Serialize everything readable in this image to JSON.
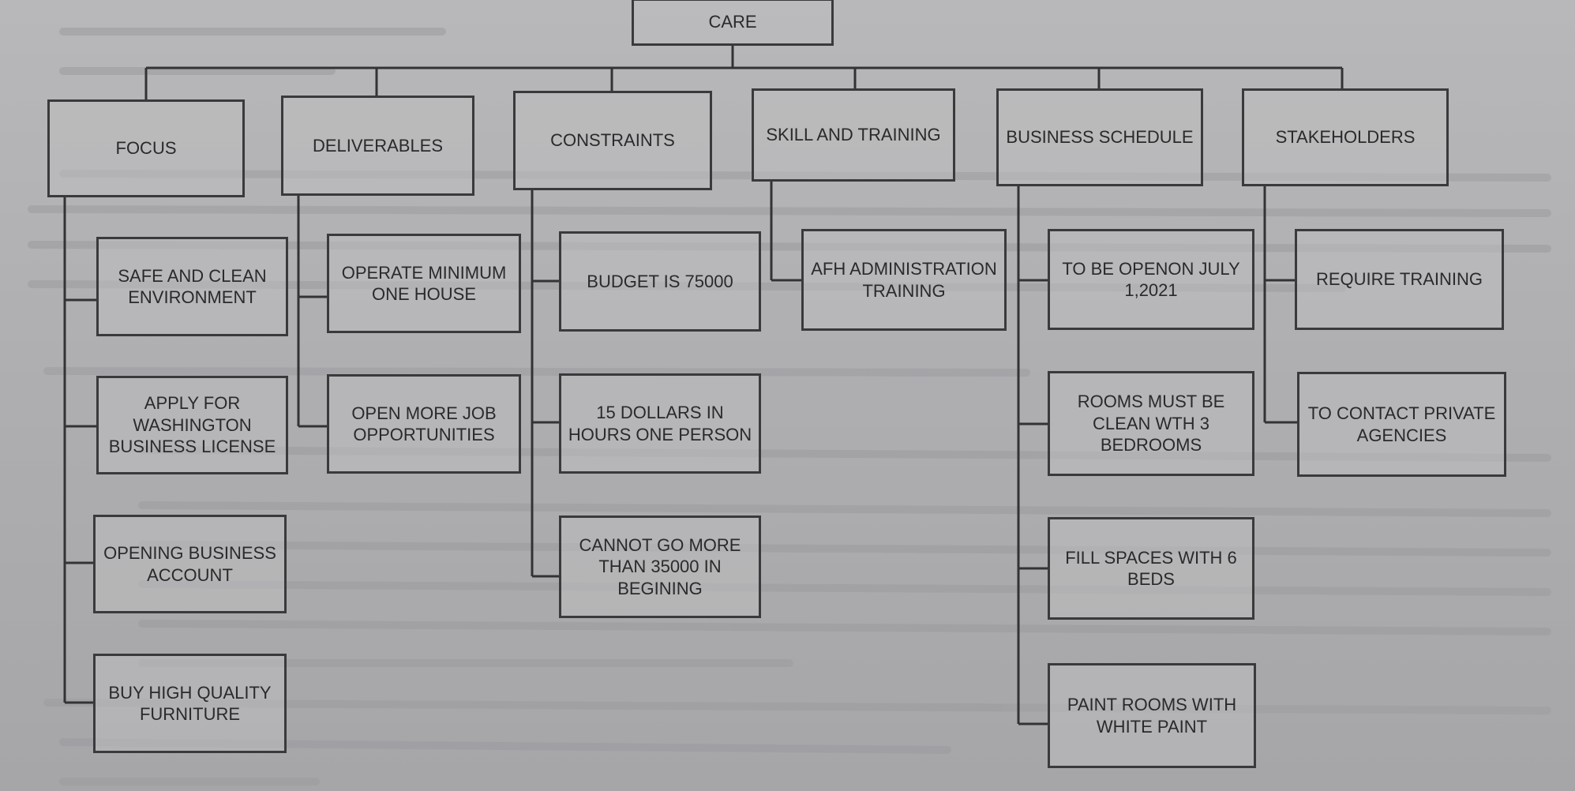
{
  "root": {
    "label": "CARE"
  },
  "categories": [
    {
      "label": "FOCUS",
      "children": [
        "SAFE AND CLEAN ENVIRONMENT",
        "APPLY FOR WASHINGTON BUSINESS LICENSE",
        "OPENING BUSINESS ACCOUNT",
        "BUY HIGH QUALITY FURNITURE"
      ]
    },
    {
      "label": "DELIVERABLES",
      "children": [
        "OPERATE MINIMUM ONE HOUSE",
        "OPEN MORE JOB OPPORTUNITIES"
      ]
    },
    {
      "label": "CONSTRAINTS",
      "children": [
        "BUDGET IS 75000",
        "15 DOLLARS IN HOURS ONE PERSON",
        "CANNOT GO MORE THAN 35000 IN BEGINING"
      ]
    },
    {
      "label": "SKILL AND TRAINING",
      "children": [
        "AFH ADMINISTRATION TRAINING"
      ]
    },
    {
      "label": "BUSINESS SCHEDULE",
      "children": [
        "TO BE OPENON JULY 1,2021",
        "ROOMS MUST BE CLEAN WTH 3 BEDROOMS",
        "FILL SPACES WITH 6 BEDS",
        "PAINT ROOMS WITH WHITE PAINT"
      ]
    },
    {
      "label": "STAKEHOLDERS",
      "children": [
        "REQUIRE TRAINING",
        "TO CONTACT PRIVATE AGENCIES"
      ]
    }
  ]
}
